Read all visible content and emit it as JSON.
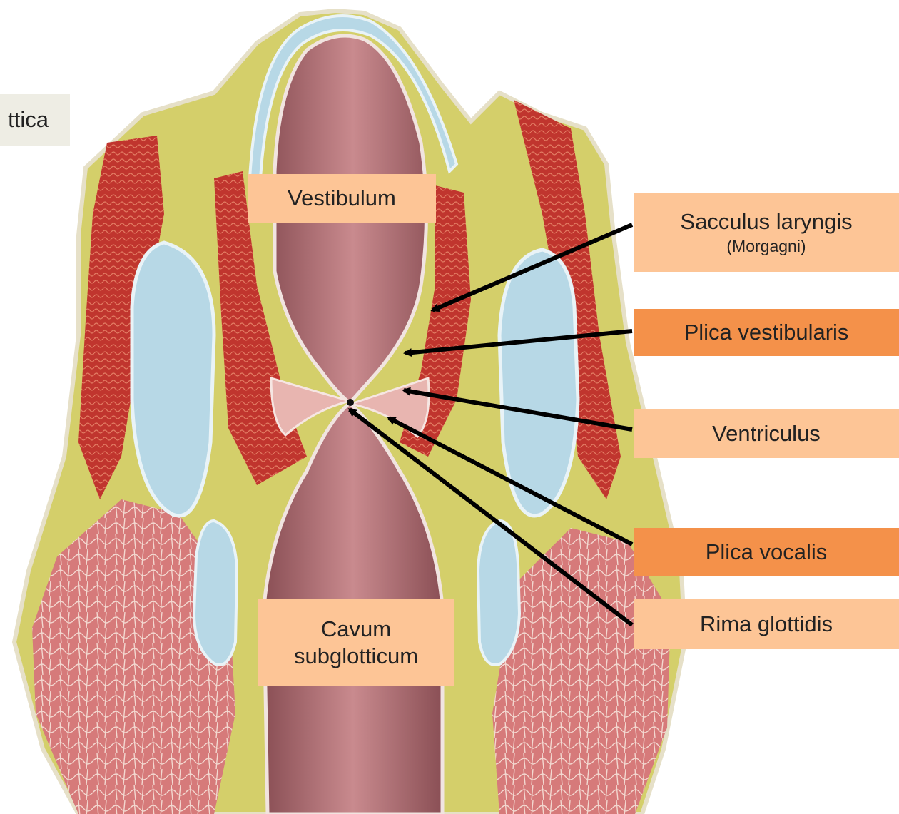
{
  "labels": {
    "glottica": "ttica",
    "vestibulum": "Vestibulum",
    "sacculus": "Sacculus laryngis",
    "sacculus_sub": "(Morgagni)",
    "plica_vestibularis": "Plica vestibularis",
    "ventriculus": "Ventriculus",
    "plica_vocalis": "Plica vocalis",
    "rima": "Rima glottidis",
    "cavum_line1": "Cavum",
    "cavum_line2": "subglotticum"
  },
  "colors": {
    "label_light": "#fdc596",
    "label_strong": "#f4914a",
    "label_grey": "#eeede4",
    "arrow": "#000000"
  }
}
